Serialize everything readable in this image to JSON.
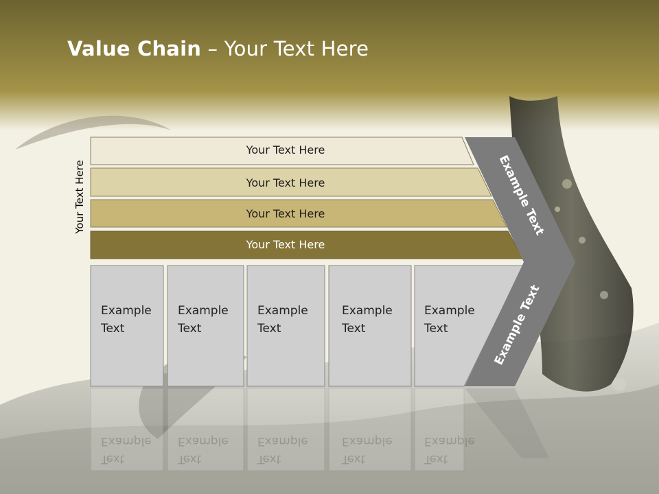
{
  "slide": {
    "title_bold": "Value Chain",
    "title_rest": " – Your Text Here",
    "side_label": "Your Text Here",
    "colors": {
      "header_top": "#6e6430",
      "header_bottom": "#a09048",
      "bar_1": "#efe9d7",
      "bar_2": "#ddd3a8",
      "bar_3": "#c8b676",
      "bar_4": "#857438",
      "box_fill": "#cfcfcf",
      "chevron": "#7c7c7c"
    }
  },
  "bars": [
    {
      "label": "Your Text Here"
    },
    {
      "label": "Your Text Here"
    },
    {
      "label": "Your Text Here"
    },
    {
      "label": "Your Text Here"
    }
  ],
  "boxes": [
    {
      "line1": "Example",
      "line2": "Text"
    },
    {
      "line1": "Example",
      "line2": "Text"
    },
    {
      "line1": "Example",
      "line2": "Text"
    },
    {
      "line1": "Example",
      "line2": "Text"
    },
    {
      "line1": "Example",
      "line2": "Text"
    }
  ],
  "chevron": {
    "upper_label": "Example Text",
    "lower_label": "Example Text"
  }
}
